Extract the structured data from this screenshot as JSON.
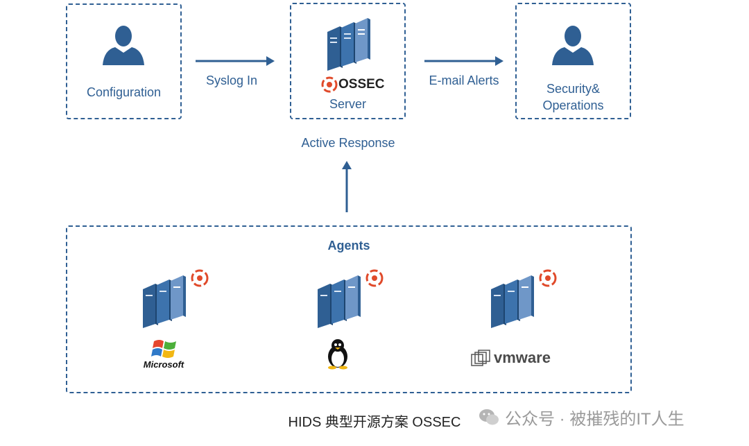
{
  "nodes": {
    "configuration": "Configuration",
    "server": "Server",
    "ossec_logo": "OSSEC",
    "security": "Security&\nOperations",
    "agents": "Agents"
  },
  "edges": {
    "syslog_in": "Syslog In",
    "email_alerts": "E-mail Alerts",
    "active_response": "Active Response"
  },
  "agent_os": [
    "Microsoft",
    "Linux",
    "vmware"
  ],
  "caption": "HIDS 典型开源方案 OSSEC",
  "watermark": "公众号 · 被摧残的IT人生",
  "colors": {
    "primary": "#2f5f93",
    "server_light": "#6f97c8",
    "ossec_red": "#e04a2a"
  }
}
